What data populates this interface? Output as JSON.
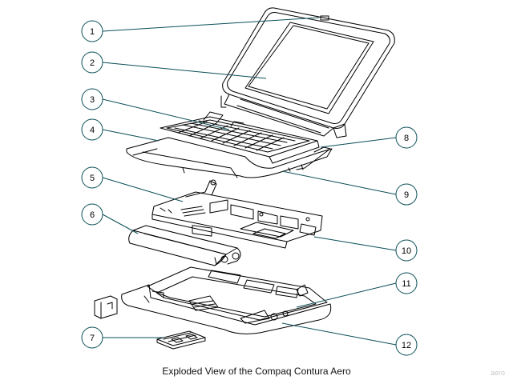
{
  "caption": "Exploded View of the Compaq Contura Aero",
  "watermark": "aero",
  "colors": {
    "ink": "#000000",
    "callout_line": "#0a4f57",
    "callout_circle": "#0a4f57",
    "background": "#ffffff"
  },
  "callouts": [
    "1",
    "2",
    "3",
    "4",
    "5",
    "6",
    "7",
    "8",
    "9",
    "10",
    "11",
    "12"
  ]
}
